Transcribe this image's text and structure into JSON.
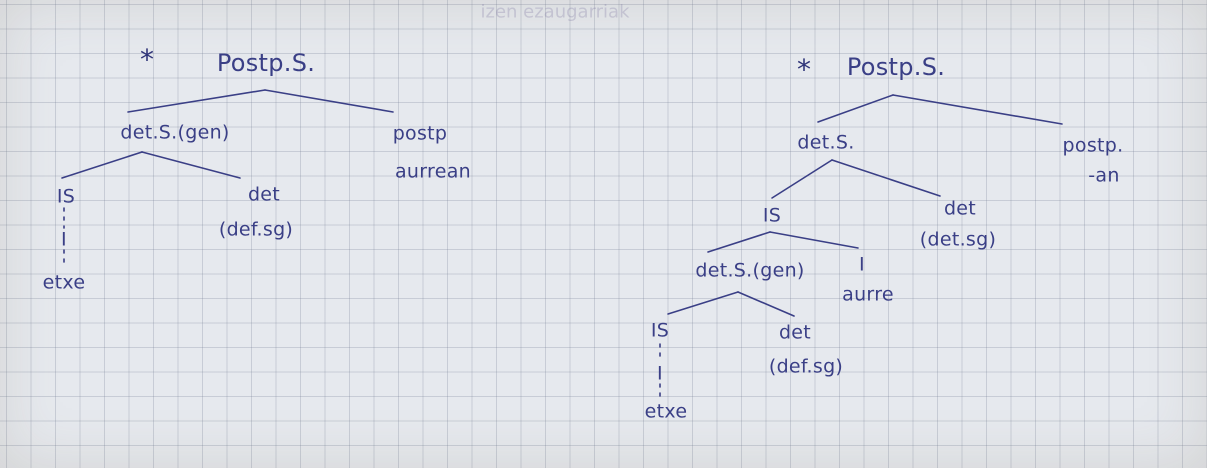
{
  "ghost_text": "izen ezaugarriak",
  "tree1": {
    "star": "*",
    "root": "Postp.S.",
    "detS": "det.S.(gen)",
    "postp": "postp",
    "postp_word": "aurrean",
    "IS": "IS",
    "I": "I",
    "word": "etxe",
    "det": "det",
    "det_feat": "(def.sg)"
  },
  "tree2": {
    "star": "*",
    "root": "Postp.S.",
    "detS": "det.S.",
    "postp": "postp.",
    "postp_word": "-an",
    "IS_top": "IS",
    "det_top": "det",
    "det_top_feat": "(det.sg)",
    "detS_gen": "det.S.(gen)",
    "I_mid": "I",
    "I_mid_word": "aurre",
    "IS_low": "IS",
    "I_low": "I",
    "word_low": "etxe",
    "det_low": "det",
    "det_low_feat": "(def.sg)"
  }
}
